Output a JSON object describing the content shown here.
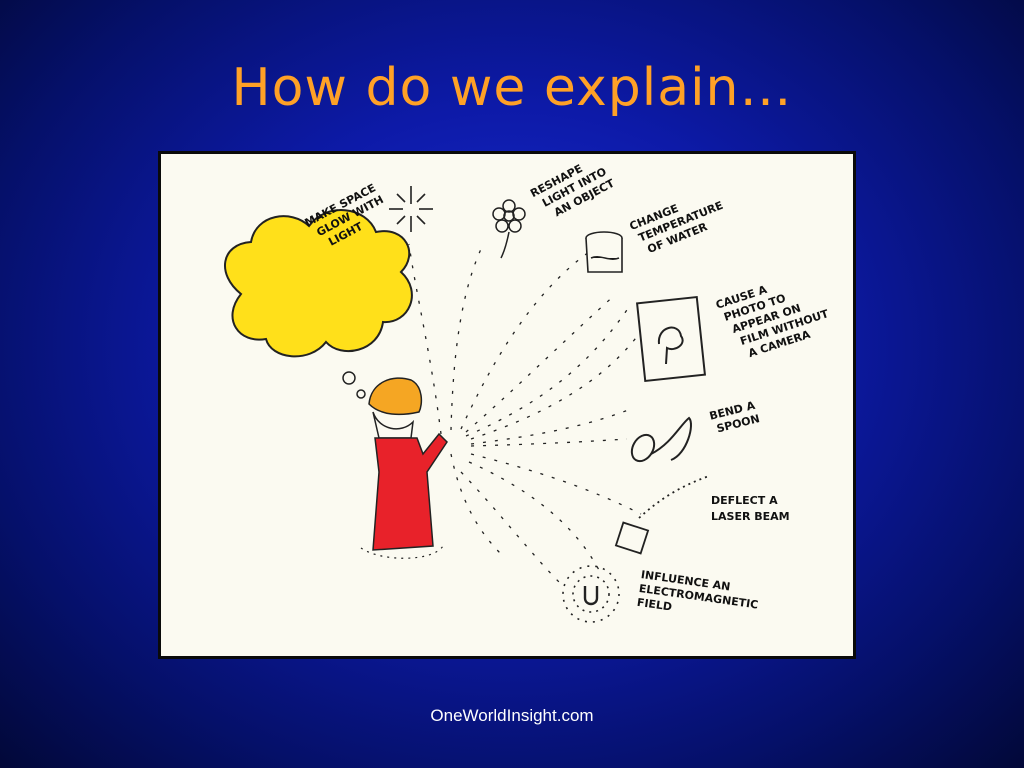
{
  "slide": {
    "title": "How do we explain…",
    "footer": "OneWorldInsight.com"
  },
  "illustration": {
    "labels": {
      "glow": [
        "MAKE SPACE",
        "GLOW WITH",
        "LIGHT"
      ],
      "reshape": [
        "RESHAPE",
        "LIGHT INTO",
        "AN OBJECT"
      ],
      "temperature": [
        "CHANGE",
        "TEMPERATURE",
        "OF WATER"
      ],
      "photo": [
        "CAUSE A",
        "PHOTO TO",
        "APPEAR ON",
        "FILM WITHOUT",
        "A CAMERA"
      ],
      "spoon": [
        "BEND A",
        "SPOON"
      ],
      "laser": [
        "DEFLECT A",
        "LASER BEAM"
      ],
      "magnetic": [
        "INFLUENCE AN",
        "ELECTROMAGNETIC",
        "FIELD"
      ]
    },
    "icons": {
      "sun": "sun-burst",
      "flower": "flower",
      "can": "water-can",
      "photo": "photo-frame",
      "spoon": "bent-spoon",
      "laser": "laser-emitter",
      "magnet": "horseshoe-magnet"
    },
    "colors": {
      "cloud": "#ffe01a",
      "robe": "#e8222a",
      "turban": "#f5a623"
    }
  }
}
